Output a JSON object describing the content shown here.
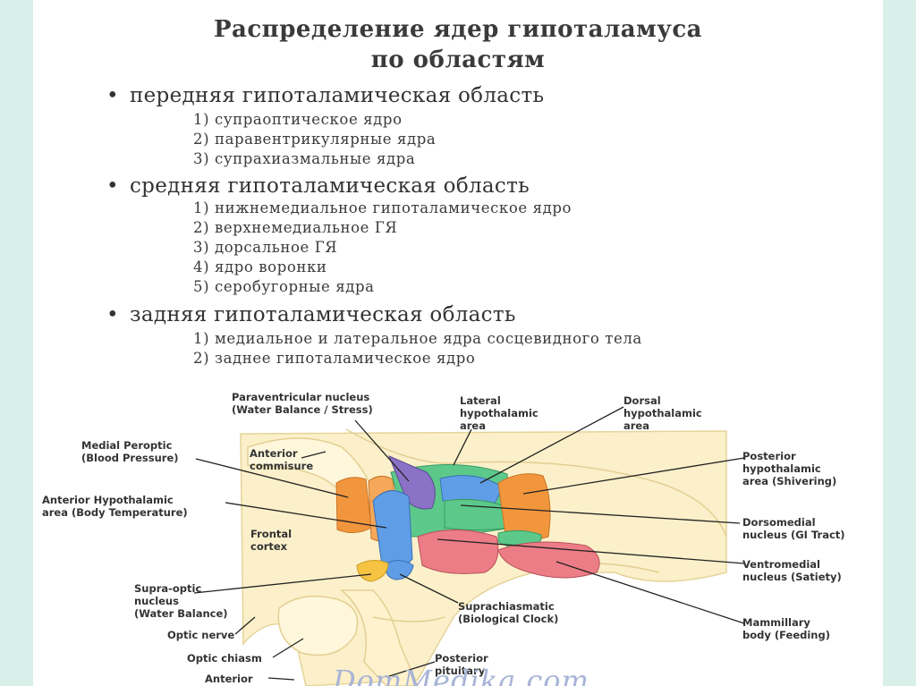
{
  "title": {
    "line1": "Распределение ядер гипоталамуса",
    "line2": "по областям"
  },
  "sections": [
    {
      "bullet": "•",
      "heading": "передняя гипоталамическая область",
      "items": [
        "1) супраоптическое ядро",
        "2) паравентрикулярные ядра",
        "3) супрахиазмальные ядра"
      ]
    },
    {
      "bullet": "•",
      "heading": "средняя гипоталамическая область",
      "items": [
        "1) нижнемедиальное гипоталамическое ядро",
        "2) верхнемедиальное ГЯ",
        "3) дорсальное ГЯ",
        "4) ядро воронки",
        "5) серобугорные ядра"
      ]
    },
    {
      "bullet": "•",
      "heading": "задняя гипоталамическая область",
      "items": [
        "1) медиальное и латеральное ядра сосцевидного тела",
        "2) заднее гипоталамическое ядро"
      ]
    }
  ],
  "figure": {
    "labels": {
      "paraventricular": {
        "l1": "Paraventricular nucleus",
        "l2": "(Water Balance / Stress)"
      },
      "lateral": {
        "l1": "Lateral",
        "l2": "hypothalamic",
        "l3": "area"
      },
      "dorsal": {
        "l1": "Dorsal",
        "l2": "hypothalamic",
        "l3": "area"
      },
      "medial_peroptic": {
        "l1": "Medial Peroptic",
        "l2": "(Blood Pressure)"
      },
      "anterior_commisure": {
        "l1": "Anterior",
        "l2": "commisure"
      },
      "posterior_hypo": {
        "l1": "Posterior",
        "l2": "hypothalamic",
        "l3": "area",
        "sub": "(Shivering)"
      },
      "anterior_hypo": {
        "l1": "Anterior Hypothalamic",
        "l2": "area (Body Temperature)"
      },
      "frontal_cortex": {
        "l1": "Frontal",
        "l2": "cortex"
      },
      "dorsomedial": {
        "l1": "Dorsomedial",
        "l2": "nucleus",
        "sub": "(GI Tract)"
      },
      "ventromedial": {
        "l1": "Ventromedial",
        "l2": "nucleus",
        "sub": "(Satiety)"
      },
      "supraoptic": {
        "l1": "Supra-optic",
        "l2": "nucleus",
        "l3": "(Water Balance)"
      },
      "suprachiasmatic": {
        "l1": "Suprachiasmatic",
        "l2": "(Biological Clock)"
      },
      "mammillary": {
        "l1": "Mammillary",
        "l2": "body",
        "sub": "(Feeding)"
      },
      "optic_nerve": "Optic nerve",
      "optic_chiasm": "Optic chiasm",
      "posterior_pituitary": {
        "l1": "Posterior",
        "l2": "pituitary"
      },
      "anterior": "Anterior"
    },
    "watermark": "DomMedika.com",
    "colors": {
      "background": "#d9efe9",
      "tissue": "#fbf0c9",
      "blue": "#5f9ee6",
      "purple": "#8a72c6",
      "green": "#5cc98a",
      "orange": "#f2963e",
      "pink": "#ec7d86",
      "yellow": "#f6c343"
    }
  }
}
